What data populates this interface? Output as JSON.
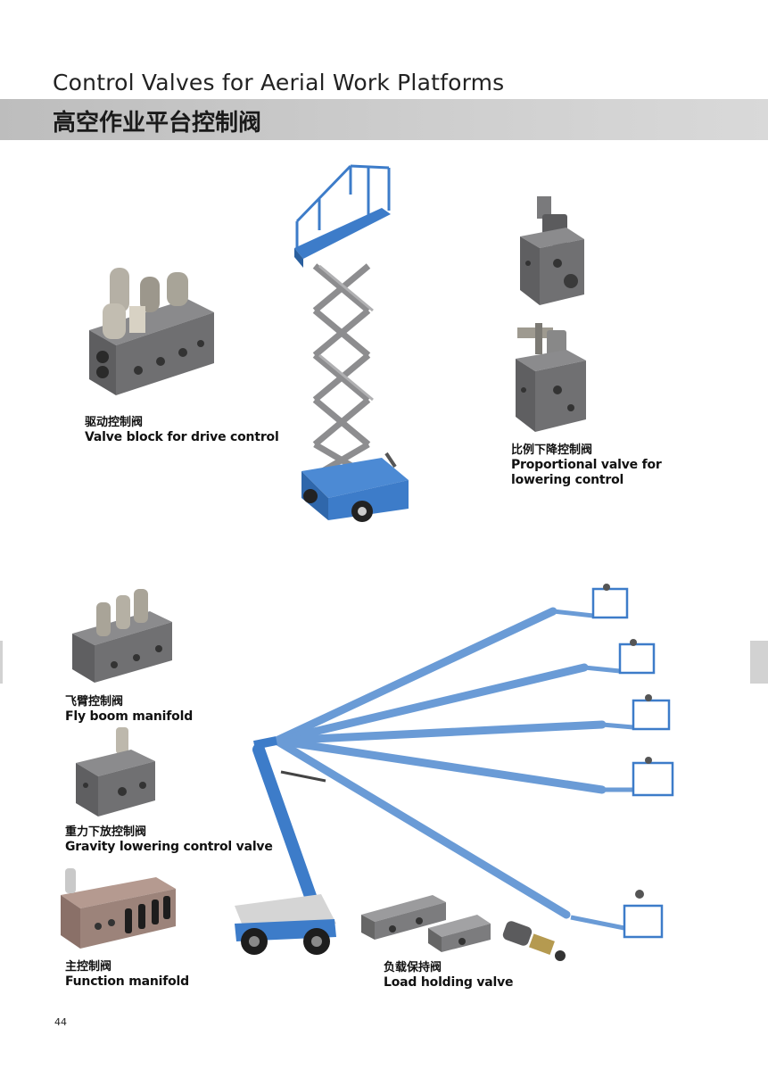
{
  "header": {
    "title_en": "Control Valves for Aerial Work Platforms",
    "title_cn": "高空作业平台控制阀"
  },
  "captions": {
    "drive": {
      "cn": "驱动控制阀",
      "en": "Valve block for drive control"
    },
    "proportional": {
      "cn": "比例下降控制阀",
      "en_line1": "Proportional valve for",
      "en_line2": "lowering control"
    },
    "fly_boom": {
      "cn": "飞臂控制阀",
      "en": "Fly boom manifold"
    },
    "gravity": {
      "cn": "重力下放控制阀",
      "en": "Gravity lowering control valve"
    },
    "function": {
      "cn": "主控制阀",
      "en": "Function manifold"
    },
    "load_holding": {
      "cn": "负载保持阀",
      "en": "Load holding valve"
    }
  },
  "footer": {
    "page_number": "44"
  },
  "colors": {
    "machine_blue": "#3d7cc9",
    "boom_blue": "#6a9bd6",
    "metal_gray": "#6f6f71",
    "band_gray": "#c8c8c8"
  }
}
